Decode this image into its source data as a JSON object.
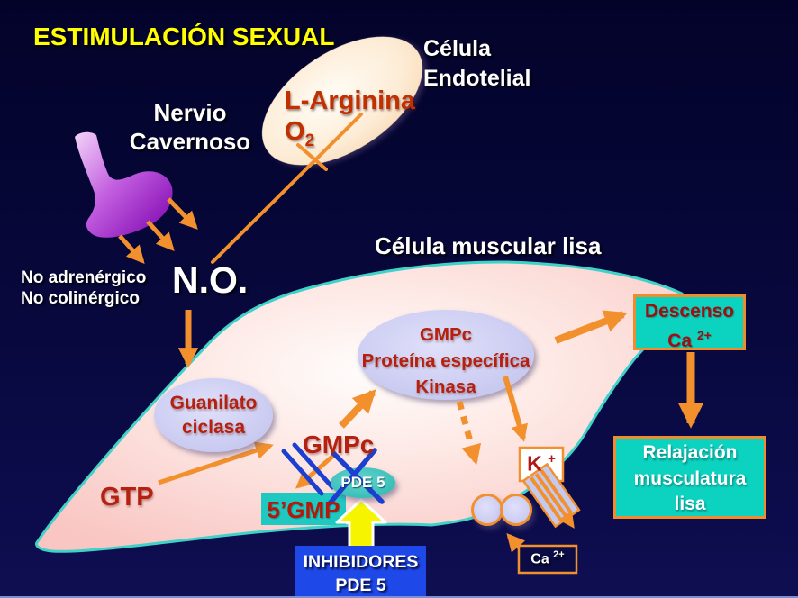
{
  "title": "ESTIMULACIÓN SEXUAL",
  "colors": {
    "background_top": "#03032a",
    "background_bottom": "#0e0e52",
    "title_yellow": "#ffff00",
    "arrow_orange": "#f2902e",
    "box_turquoise": "#0cd3c0",
    "cell_border_teal": "#3fd2c8",
    "cell_pink": "#f9c9c6",
    "organelle_lavender": "#c9cbf0",
    "text_dark_red": "#b5200f",
    "inhibitor_box_blue": "#1e49e8",
    "inhibition_line_blue": "#1c3fd0",
    "nerve_purple": "#8a10c0",
    "pde5_teal": "#2eb8b2",
    "block_arrow_yellow": "#f7f400"
  },
  "endothelial": {
    "label_line1": "Célula",
    "label_line2": "Endotelial",
    "l_arginina": "L-Arginina",
    "o2_base": "O",
    "o2_sub": "2"
  },
  "nerve": {
    "label_line1": "Nervio",
    "label_line2": "Cavernoso",
    "non_adrenergic": "No adrenérgico",
    "non_cholinergic": "No colinérgico",
    "no_molecule": "N.O."
  },
  "muscle_cell": {
    "label": "Célula muscular lisa",
    "guanilato_line1": "Guanilato",
    "guanilato_line2": "ciclasa",
    "gtp": "GTP",
    "gmpc": "GMPc",
    "five_prime_gmp": "5’GMP",
    "pde5": "PDE 5",
    "kinasa_line1": "GMPc",
    "kinasa_line2": "Proteína específica",
    "kinasa_line3": "Kinasa",
    "k_channel_base": "K",
    "k_channel_sup": "+",
    "ca_channel_base": "Ca",
    "ca_channel_sup": "2+"
  },
  "outcome": {
    "descenso_line1": "Descenso",
    "descenso_ca_base": "Ca",
    "descenso_ca_sup": "2+",
    "relajacion_line1": "Relajación",
    "relajacion_line2": "musculatura",
    "relajacion_line3": "lisa"
  },
  "inhibitor": {
    "line1": "INHIBIDORES",
    "line2": "PDE 5"
  }
}
